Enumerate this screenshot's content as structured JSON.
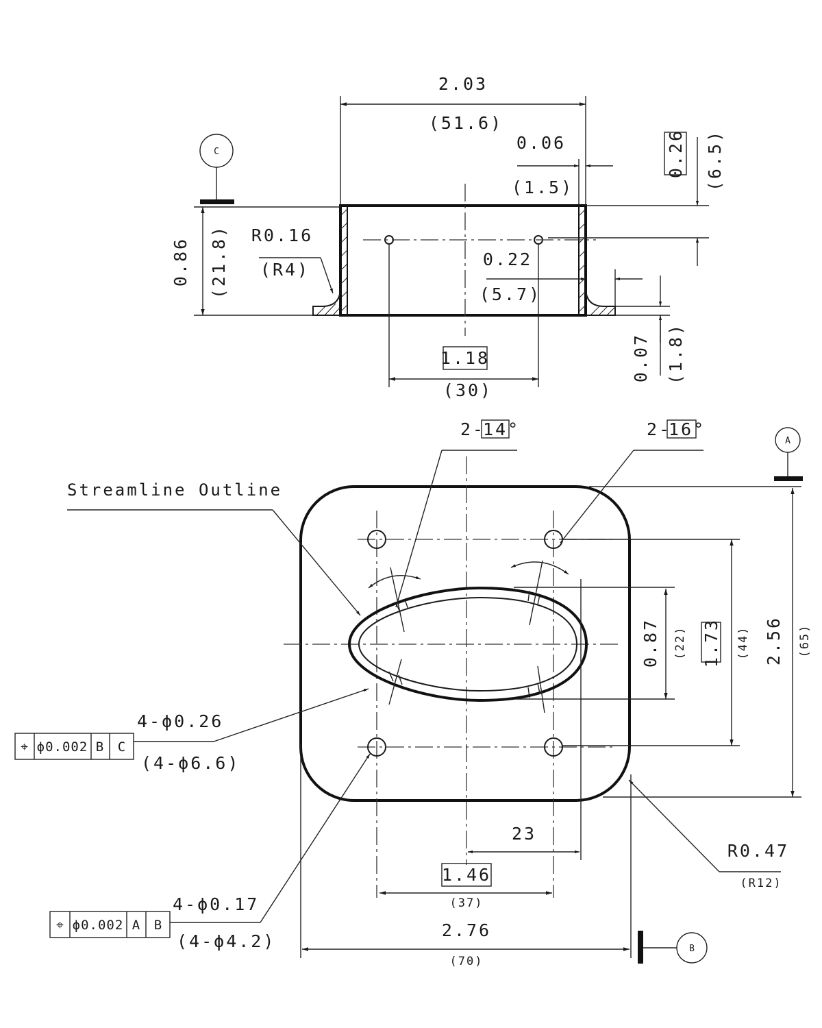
{
  "side_view": {
    "width": "2.03",
    "width_mm": "(51.6)",
    "wall": "0.06",
    "wall_mm": "(1.5)",
    "hole_depth": "0.26",
    "hole_depth_mm": "(6.5)",
    "height": "0.86",
    "height_mm": "(21.8)",
    "fillet": "R0.16",
    "fillet_mm": "(R4)",
    "flange": "0.22",
    "flange_mm": "(5.7)",
    "hole_spacing": "1.18",
    "hole_spacing_mm": "(30)",
    "flange_thk": "0.07",
    "flange_thk_mm": "(1.8)",
    "datum": "C"
  },
  "plan_view": {
    "angle_left": "14°",
    "angle_left_prefix": "2-",
    "angle_right": "16°",
    "angle_right_prefix": "2-",
    "datum_a": "A",
    "datum_b": "B",
    "note": "Streamline Outline",
    "slot_height": "0.87",
    "slot_height_mm": "(22)",
    "hole_spacing_v": "1.73",
    "hole_spacing_v_mm": "(44)",
    "overall_h": "2.56",
    "overall_h_mm": "(65)",
    "big_holes": "4-ϕ0.26",
    "big_holes_mm": "(4-ϕ6.6)",
    "big_holes_fcf": {
      "symbol": "⌖",
      "tol": "ϕ0.002",
      "ref1": "B",
      "ref2": "C"
    },
    "small_holes": "4-ϕ0.17",
    "small_holes_mm": "(4-ϕ4.2)",
    "small_holes_fcf": {
      "symbol": "⌖",
      "tol": "ϕ0.002",
      "ref1": "A",
      "ref2": "B"
    },
    "offset": "23",
    "hole_spacing_h": "1.46",
    "hole_spacing_h_mm": "(37)",
    "overall_w": "2.76",
    "overall_w_mm": "(70)",
    "corner_radius": "R0.47",
    "corner_radius_mm": "(R12)"
  }
}
